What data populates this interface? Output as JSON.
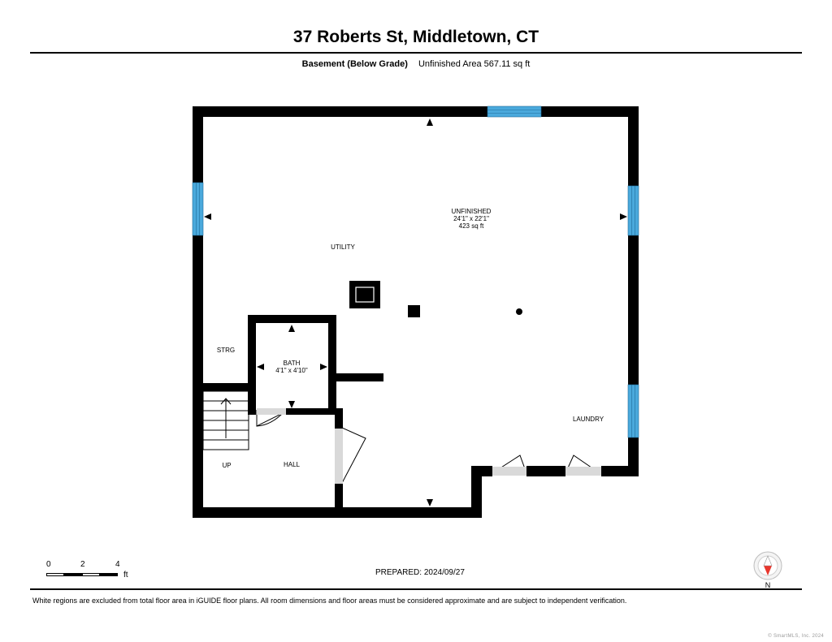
{
  "header": {
    "title": "37 Roberts St, Middletown, CT",
    "floor_level": "Basement (Below Grade)",
    "area_summary": "Unfinished Area 567.11 sq ft"
  },
  "rooms": {
    "unfinished": {
      "name": "UNFINISHED",
      "dimensions": "24'1\" x 22'1\"",
      "area": "423 sq ft"
    },
    "utility": {
      "name": "UTILITY"
    },
    "strg": {
      "name": "STRG"
    },
    "bath": {
      "name": "BATH",
      "dimensions": "4'1\" x 4'10\""
    },
    "hall": {
      "name": "HALL"
    },
    "up": {
      "name": "UP"
    },
    "laundry": {
      "name": "LAUNDRY"
    }
  },
  "scale_bar": {
    "ticks": [
      "0",
      "2",
      "4"
    ],
    "unit": "ft"
  },
  "compass": {
    "label": "N"
  },
  "footer": {
    "prepared": "PREPARED: 2024/09/27",
    "disclaimer": "White regions are excluded from total floor area in iGUIDE floor plans. All room dimensions and floor areas must be considered approximate and are subject to independent verification.",
    "copyright": "© SmartMLS, Inc. 2024"
  },
  "colors": {
    "wall": "#000000",
    "window": "#4aa9dc",
    "door_swing": "#d9d9d9",
    "compass_arrow": "#e8362d"
  }
}
